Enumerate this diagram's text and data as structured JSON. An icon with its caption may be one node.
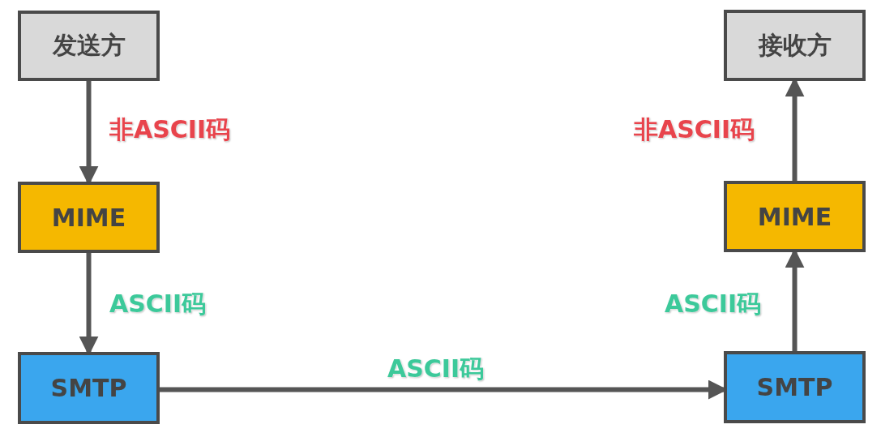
{
  "diagram": {
    "nodes": [
      {
        "text": [
          "发送方"
        ]
      },
      {
        "text": [
          "接收方"
        ]
      },
      {
        "text": [
          "MIME"
        ]
      },
      {
        "text": [
          "MIME"
        ]
      },
      {
        "text": [
          "SMTP"
        ]
      },
      {
        "text": [
          "SMTP"
        ]
      }
    ],
    "edges": [
      {
        "from": 0,
        "to": 2,
        "arrow": "to",
        "label": "非ASCII码"
      },
      {
        "from": 2,
        "to": 4,
        "arrow": "to",
        "label": "ASCII码"
      },
      {
        "from": 4,
        "to": 5,
        "arrow": "to",
        "label": "ASCII码"
      },
      {
        "from": 5,
        "to": 3,
        "arrow": "to",
        "label": "ASCII码"
      },
      {
        "from": 3,
        "to": 1,
        "arrow": "to",
        "label": "非ASCII码"
      }
    ]
  }
}
